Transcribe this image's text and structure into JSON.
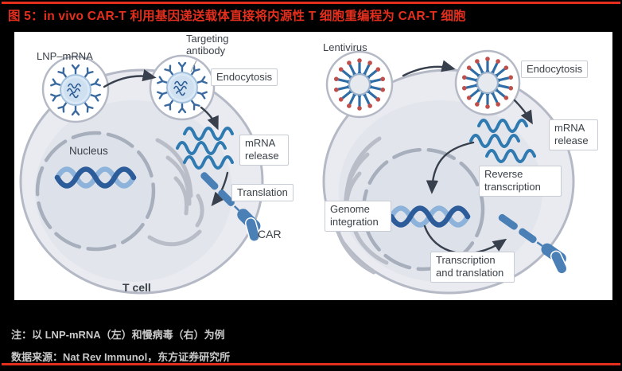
{
  "header": {
    "title": "图 5：in vivo CAR-T 利用基因递送载体直接将内源性 T 细胞重编程为 CAR-T 细胞"
  },
  "figure": {
    "left_panel": {
      "vector_label": "LNP–mRNA",
      "targeting_antibody_label": "Targeting antibody",
      "endocytosis_label": "Endocytosis",
      "mrna_release_label": "mRNA release",
      "nucleus_label": "Nucleus",
      "translation_label": "Translation",
      "car_label": "CAR",
      "cell_label": "T cell"
    },
    "right_panel": {
      "vector_label": "Lentivirus",
      "endocytosis_label": "Endocytosis",
      "mrna_release_label": "mRNA release",
      "reverse_transcription_label": "Reverse transcription",
      "genome_integration_label": "Genome integration",
      "transcription_translation_label": "Transcription and translation"
    }
  },
  "footnotes": {
    "note": "注：以 LNP-mRNA（左）和慢病毒（右）为例",
    "source": "数据来源：Nat Rev Immunol，东方证券研究所"
  },
  "colors": {
    "accent_red": "#e42f1e",
    "page_background": "#000000",
    "figure_background": "#ffffff",
    "cell_fill": "#e9ebf1",
    "membrane_stroke": "#b4b9c5",
    "mrna_blue": "#2f7ab1",
    "dna_dark_blue": "#2c5c9a",
    "dna_light_blue": "#8db3da",
    "car_blue": "#4a80b5",
    "virus_spike_blue": "#2e6da6",
    "virus_tip_red": "#bf4f4b",
    "arrow_dark": "#39404d",
    "note_text": "#c9c9c9"
  }
}
